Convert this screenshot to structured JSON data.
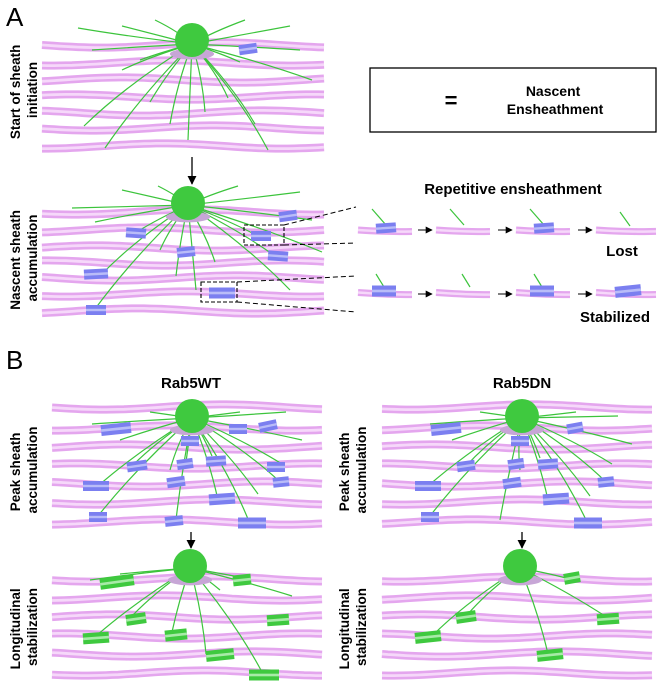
{
  "colors": {
    "axon": "#e4a6ee",
    "axon_core": "#f6d8fa",
    "process": "#3cc43c",
    "cell_body": "#3fc93f",
    "sheath_blue": "#7b7ff0",
    "sheath_blue_light": "#b9bcf8",
    "sheath_green": "#3fc93f",
    "sheath_green_light": "#a8eaa8",
    "text": "#000000"
  },
  "icons": [
    "oligodendrocyte-cell-body",
    "axon-fiber",
    "sheath-segment",
    "arrow-down",
    "arrow-right",
    "zoom-box"
  ],
  "panel_a": {
    "letter": "A",
    "row1_label": [
      "Start of sheath",
      "initiation"
    ],
    "row2_label": [
      "Nascent sheath",
      "accumulation"
    ],
    "legend": {
      "equals": "=",
      "text": [
        "Nascent",
        "Ensheathment"
      ]
    },
    "repetitive_title": "Repetitive ensheathment",
    "lost_label": "Lost",
    "stabilized_label": "Stabilized"
  },
  "panel_b": {
    "letter": "B",
    "wt_title": "Rab5WT",
    "dn_title": "Rab5DN",
    "row1_label": [
      "Peak sheath",
      "accumulation"
    ],
    "row2_label": [
      "Longitudinal",
      "stabilization"
    ]
  }
}
